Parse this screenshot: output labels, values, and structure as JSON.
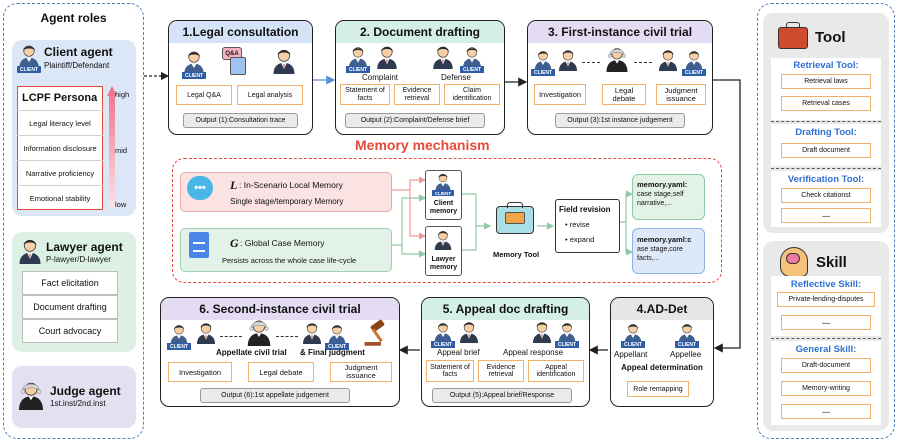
{
  "agent_roles": {
    "title": "Agent roles",
    "client": {
      "title": "Client agent",
      "subtitle": "Plaintiff/Defendant",
      "badge": "CLIENT",
      "persona_title": "LCPF Persona",
      "traits": [
        "Legal literacy level",
        "Information disclosure",
        "Narrative proficiency",
        "Emotional stability"
      ],
      "levels": [
        "high",
        "mid",
        "low"
      ]
    },
    "lawyer": {
      "title": "Lawyer agent",
      "subtitle": "P-lawyer/D-lawyer",
      "skills": [
        "Fact elicitation",
        "Document drafting",
        "Court advocacy"
      ]
    },
    "judge": {
      "title": "Judge agent",
      "subtitle": "1st.inst/2nd.inst"
    }
  },
  "stage1": {
    "title": "1.Legal consultation",
    "qa_bubble": "Q&A",
    "badge": "CLIENT",
    "boxes": [
      "Legal Q&A",
      "Legal analysis"
    ],
    "output": "Output (1):Consultation trace"
  },
  "stage2": {
    "title": "2. Document drafting",
    "badge": "CLIENT",
    "labels": [
      "Complaint",
      "Defense"
    ],
    "boxes": [
      "Statement of facts",
      "Evidence retrieval",
      "Claim identification"
    ],
    "output": "Output (2):Complaint/Defense brief"
  },
  "stage3": {
    "title": "3. First-instance civil trial",
    "badge": "CLIENT",
    "boxes": [
      "Investigation",
      "Legal debate",
      "Judgment issuance"
    ],
    "output": "Output (3):1st instance judgement"
  },
  "memory": {
    "title": "Memory  mechanism",
    "local": {
      "letter": "L",
      "name": ": In-Scenario Local Memory",
      "desc": "Single stage/temporary Memory"
    },
    "global": {
      "letter": "G",
      "name": ": Global Case Memory",
      "desc": "Persists across the whole case life-cycle"
    },
    "client_label": "Client memory",
    "lawyer_label": "Lawyer memory",
    "badge": "CLIENT",
    "tool_label": "Memory Tool",
    "field_title": "Field revision",
    "field_items": [
      "revise",
      "expand"
    ],
    "yaml1_title": "memory.yaml:",
    "yaml1_text": "case stage,self narrative,...",
    "yaml2_title": "memory.yaml:c",
    "yaml2_text": "ase stage,core facts,..."
  },
  "stage4": {
    "title": "4.AD-Det",
    "badge": "CLIENT",
    "labels": [
      "Appellant",
      "Appellee"
    ],
    "determination": "Appeal determination",
    "box": "Role remapping"
  },
  "stage5": {
    "title": "5. Appeal doc drafting",
    "badge": "CLIENT",
    "labels": [
      "Appeal brief",
      "Appeal response"
    ],
    "boxes": [
      "Statement of facts",
      "Evidence retrieval",
      "Appeal identification"
    ],
    "output": "Output (5):Appeal brief/Response"
  },
  "stage6": {
    "title": "6. Second-instance civil trial",
    "badge": "CLIENT",
    "caption_a": "Appellate civil trial",
    "caption_b": "& Final judgment",
    "boxes": [
      "Investigation",
      "Legal debate",
      "Judgment issuance"
    ],
    "output": "Output (6):1st appellate judgement"
  },
  "tool": {
    "title": "Tool",
    "retrieval_title": "Retrieval Tool:",
    "retrieval_items": [
      "Retrieval laws",
      "Retrieval cases"
    ],
    "drafting_title": "Drafting Tool:",
    "drafting_items": [
      "Draft document"
    ],
    "verification_title": "Verification Tool:",
    "verification_items": [
      "Check citationst",
      "...."
    ]
  },
  "skill": {
    "title": "Skill",
    "reflective_title": "Reflective Skill:",
    "reflective_items": [
      "Private-lending-disputes",
      "...."
    ],
    "general_title": "General Skill:",
    "general_items": [
      "Draft-document",
      "Memory-writing",
      "...."
    ]
  },
  "colors": {
    "panel_border": "#4a7fc1",
    "client_card": "#dbe6f7",
    "lawyer_card": "#ddf0e4",
    "judge_card": "#e5e0f1",
    "stage1_header": "#d5e3f8",
    "stage2_header": "#d4efe6",
    "stage3_header": "#e3dcf2",
    "memory_red": "#e34a3a",
    "heading_blue": "#2f6fd3"
  }
}
